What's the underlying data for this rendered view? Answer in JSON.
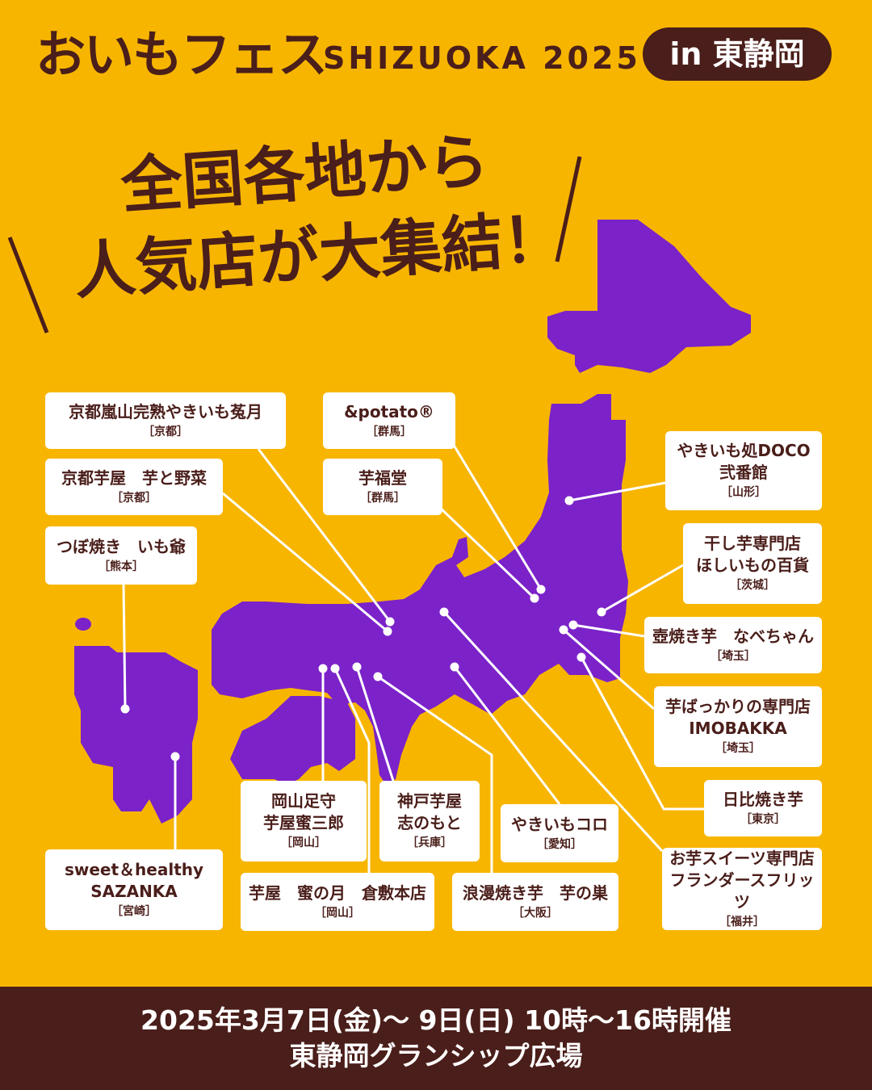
{
  "header": {
    "logo": "おいもフェス",
    "subtitle": "SHIZUOKA 2025",
    "location_badge": "in 東静岡"
  },
  "headline": {
    "line1": "全国各地から",
    "line2": "人気店が大集結！"
  },
  "colors": {
    "background": "#F7B500",
    "brown": "#4A1E1A",
    "map_purple": "#7B22C9",
    "card": "#FFFFFF"
  },
  "shops": [
    {
      "name": "京都嵐山完熟やきいも菟月",
      "prefecture": "［京都］"
    },
    {
      "name": "京都芋屋　芋と野菜",
      "prefecture": "［京都］"
    },
    {
      "name": "つぼ焼き　いも爺",
      "prefecture": "［熊本］"
    },
    {
      "name": "&potato®",
      "prefecture": "［群馬］"
    },
    {
      "name": "芋福堂",
      "prefecture": "［群馬］"
    },
    {
      "name": "やきいも処DOCO\n弐番館",
      "prefecture": "［山形］"
    },
    {
      "name": "干し芋専門店\nほしいもの百貨",
      "prefecture": "［茨城］"
    },
    {
      "name": "壺焼き芋　なべちゃん",
      "prefecture": "［埼玉］"
    },
    {
      "name": "芋ばっかりの専門店\nIMOBAKKA",
      "prefecture": "［埼玉］"
    },
    {
      "name": "日比焼き芋",
      "prefecture": "［東京］"
    },
    {
      "name": "お芋スイーツ専門店\nフランダースフリッツ",
      "prefecture": "［福井］"
    },
    {
      "name": "sweet＆healthy\nSAZANKA",
      "prefecture": "［宮崎］"
    },
    {
      "name": "岡山足守\n芋屋蜜三郎",
      "prefecture": "［岡山］"
    },
    {
      "name": "芋屋　蜜の月　倉敷本店",
      "prefecture": "［岡山］"
    },
    {
      "name": "神戸芋屋\n志のもと",
      "prefecture": "［兵庫］"
    },
    {
      "name": "浪漫焼き芋　芋の巣",
      "prefecture": "［大阪］"
    },
    {
      "name": "やきいもコロ",
      "prefecture": "［愛知］"
    }
  ],
  "footer": {
    "dates": "2025年3月7日(金)～ 9日(日) 10時～16時開催",
    "venue": "東静岡グランシップ広場"
  }
}
